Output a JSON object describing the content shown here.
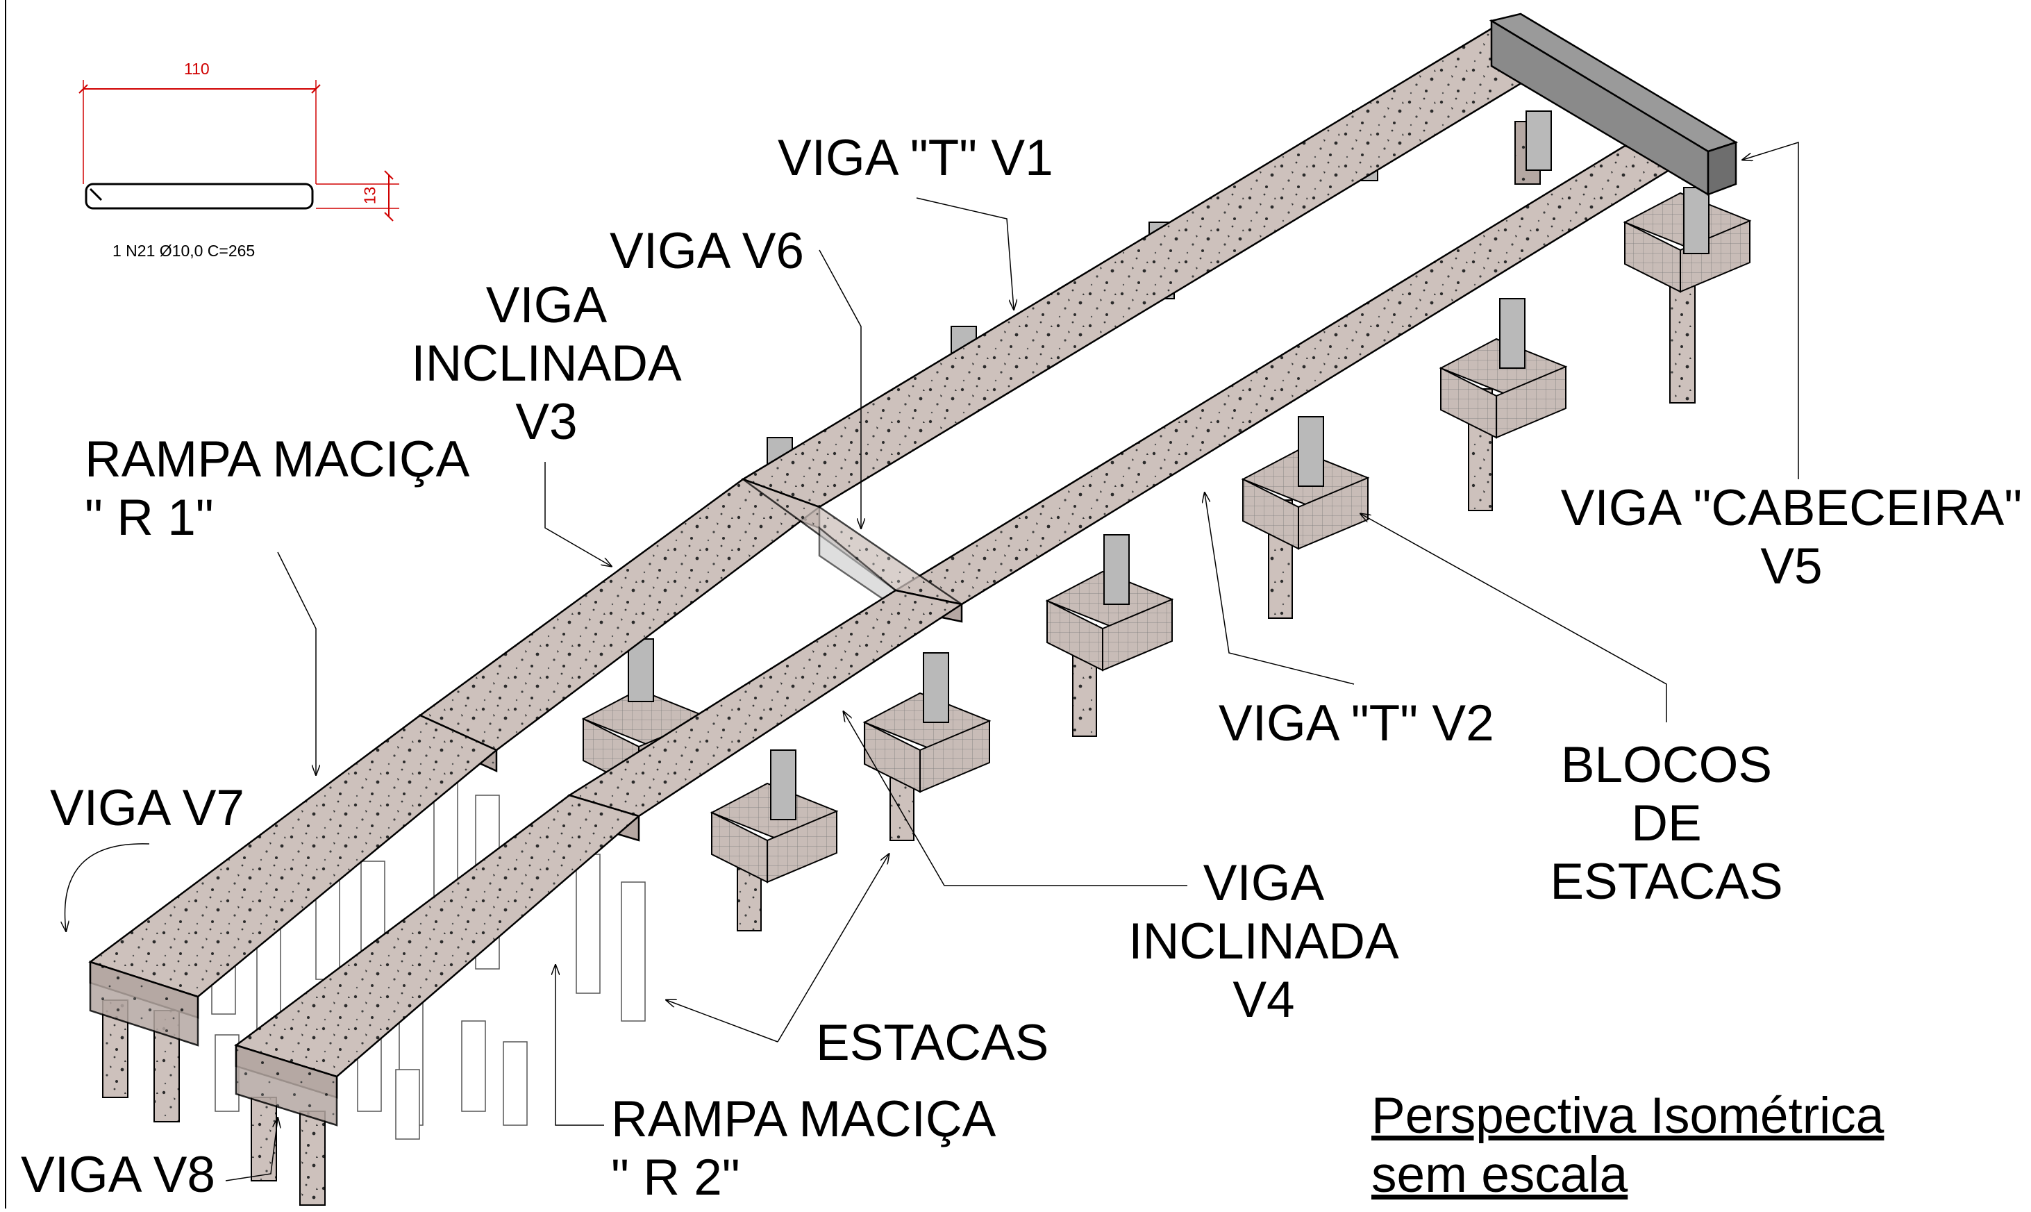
{
  "detail": {
    "length_dim": "110",
    "height_dim": "13",
    "bar_label": "1 N21 Ø10,0  C=265"
  },
  "labels": {
    "v1": "VIGA \"T\" V1",
    "v6": "VIGA V6",
    "v3": [
      "VIGA",
      "INCLINADA",
      "V3"
    ],
    "r1": [
      "RAMPA MACIÇA",
      "\" R 1\""
    ],
    "v7": "VIGA V7",
    "v8": "VIGA V8",
    "r2": [
      "RAMPA MACIÇA",
      "\" R 2\""
    ],
    "estacas": "ESTACAS",
    "v4": [
      "VIGA",
      "INCLINADA",
      "V4"
    ],
    "v2": "VIGA \"T\" V2",
    "blocos": [
      "BLOCOS",
      "DE",
      "ESTACAS"
    ],
    "v5": [
      "VIGA \"CABECEIRA\"",
      "V5"
    ]
  },
  "title": [
    "Perspectiva Isométrica",
    "sem escala"
  ],
  "colors": {
    "concrete": "#cbbfba",
    "concrete_dark": "#a89b96",
    "cap_beam": "#8c8c8c",
    "dimension": "#d00000"
  }
}
